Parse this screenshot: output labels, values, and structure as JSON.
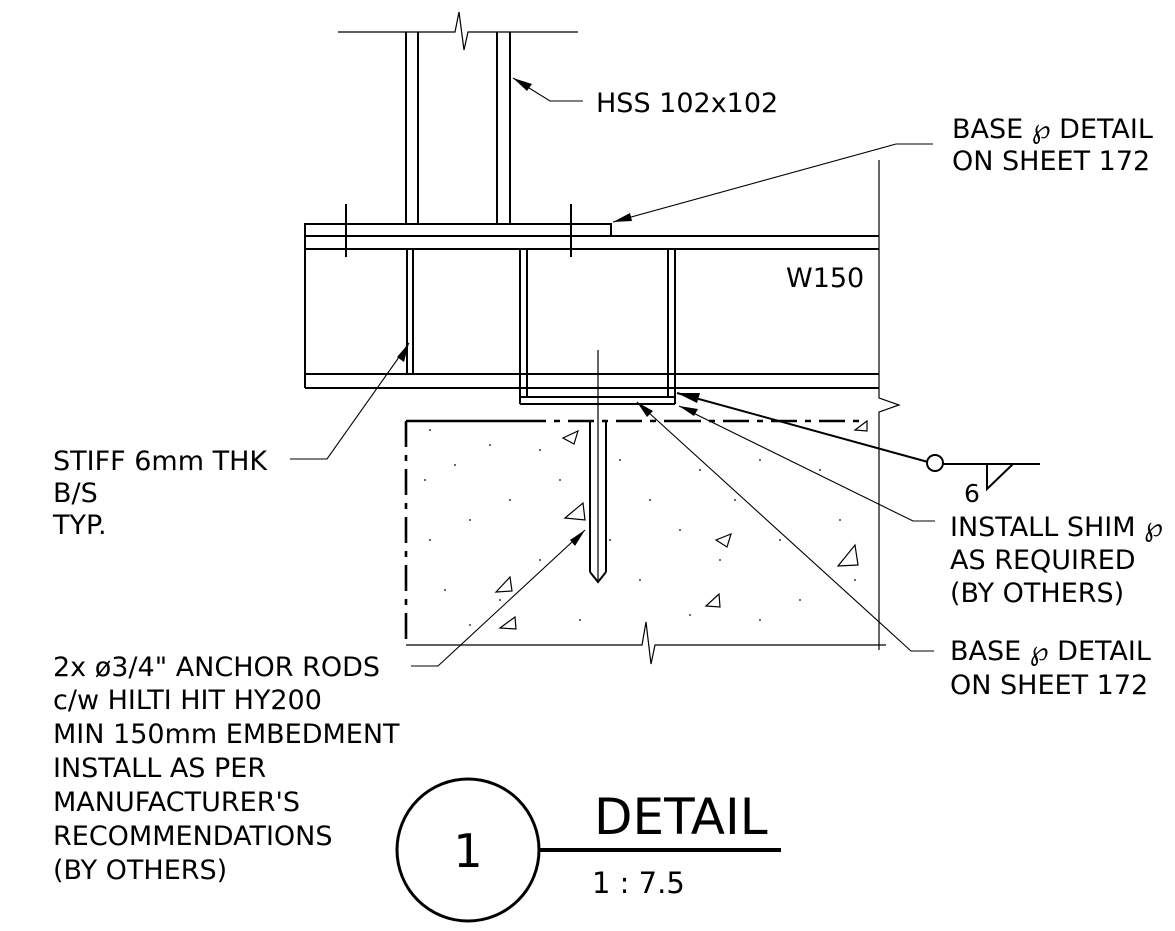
{
  "labels": {
    "hss": "HSS 102x102",
    "base_pl_top_1": "BASE ℘ DETAIL",
    "base_pl_top_2": "ON SHEET 172",
    "beam": "W150",
    "stiff_1": "STIFF 6mm THK",
    "stiff_2": "B/S",
    "stiff_3": "TYP.",
    "weld_size": "6",
    "shim_1": "INSTALL SHIM ℘",
    "shim_2": "AS REQUIRED",
    "shim_3": "(BY OTHERS)",
    "base_pl_bot_1": "BASE ℘ DETAIL",
    "base_pl_bot_2": "ON SHEET 172",
    "anchor_1": "2x ø3/4\" ANCHOR RODS",
    "anchor_2": "c/w HILTI HIT HY200",
    "anchor_3": "MIN 150mm EMBEDMENT",
    "anchor_4": "INSTALL AS PER",
    "anchor_5": "MANUFACTURER'S",
    "anchor_6": "RECOMMENDATIONS",
    "anchor_7": "(BY OTHERS)"
  },
  "title_block": {
    "number": "1",
    "title": "DETAIL",
    "scale": "1 : 7.5"
  }
}
